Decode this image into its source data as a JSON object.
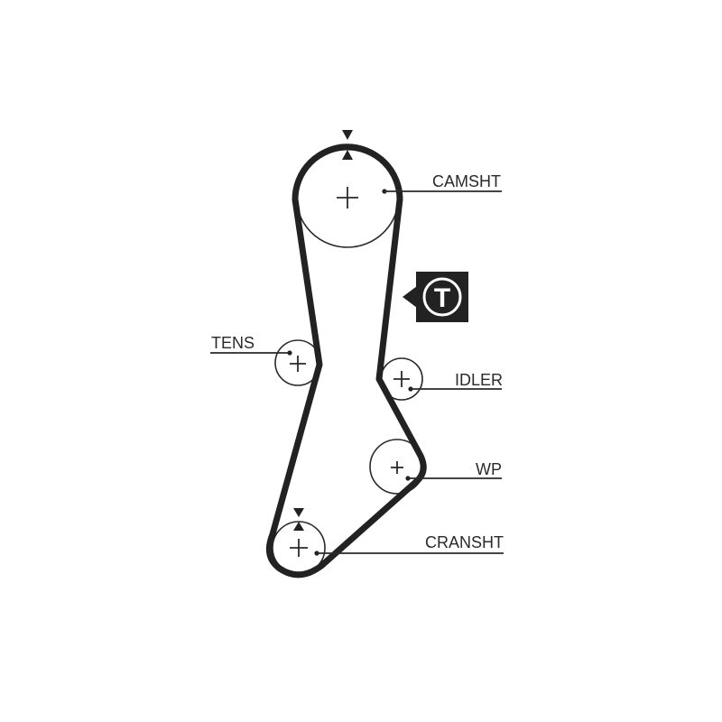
{
  "labels": {
    "camshaft": "CAMSHT",
    "tensioner": "TENS",
    "idler": "IDLER",
    "water_pump": "WP",
    "crankshaft": "CRANSHT"
  },
  "tensioner_badge": {
    "letter": "T",
    "icon": "tensioner-badge-icon"
  },
  "timing_marks": {
    "icon": "timing-mark-arrow-icon"
  },
  "colors": {
    "belt": "#222222",
    "line": "#2a2a2a",
    "background": "#ffffff"
  }
}
